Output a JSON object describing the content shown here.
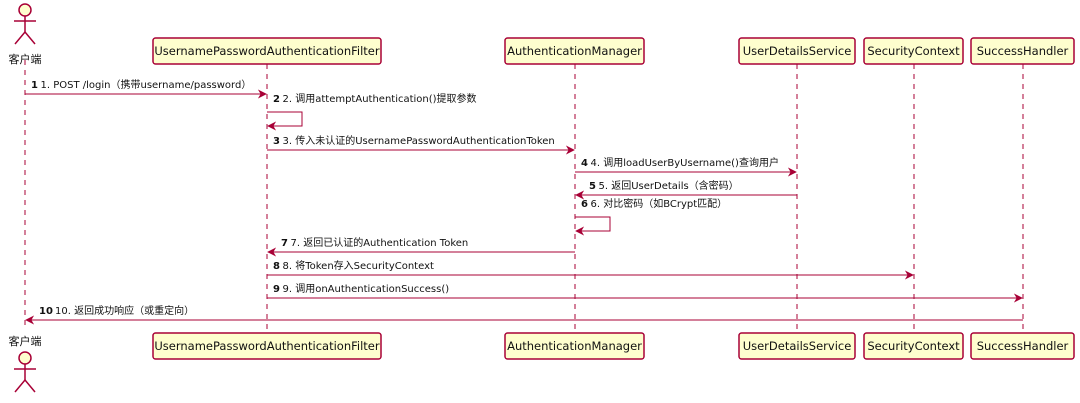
{
  "colors": {
    "lifeline": "#A80036",
    "box_fill": "#FEFECE",
    "box_stroke": "#A80036",
    "arrow": "#A80036",
    "text": "#111111"
  },
  "participants": [
    {
      "id": "client",
      "label": "客户端",
      "kind": "actor"
    },
    {
      "id": "filter",
      "label": "UsernamePasswordAuthenticationFilter",
      "kind": "participant"
    },
    {
      "id": "manager",
      "label": "AuthenticationManager",
      "kind": "participant"
    },
    {
      "id": "uds",
      "label": "UserDetailsService",
      "kind": "participant"
    },
    {
      "id": "ctx",
      "label": "SecurityContext",
      "kind": "participant"
    },
    {
      "id": "handler",
      "label": "SuccessHandler",
      "kind": "participant"
    }
  ],
  "messages": [
    {
      "num": "1",
      "text": "1. POST /login（携带username/password）",
      "from": "client",
      "to": "filter"
    },
    {
      "num": "2",
      "text": "2. 调用attemptAuthentication()提取参数",
      "from": "filter",
      "to": "filter"
    },
    {
      "num": "3",
      "text": "3. 传入未认证的UsernamePasswordAuthenticationToken",
      "from": "filter",
      "to": "manager"
    },
    {
      "num": "4",
      "text": "4. 调用loadUserByUsername()查询用户",
      "from": "manager",
      "to": "uds"
    },
    {
      "num": "5",
      "text": "5. 返回UserDetails（含密码）",
      "from": "uds",
      "to": "manager"
    },
    {
      "num": "6",
      "text": "6. 对比密码（如BCrypt匹配）",
      "from": "manager",
      "to": "manager"
    },
    {
      "num": "7",
      "text": "7. 返回已认证的Authentication Token",
      "from": "manager",
      "to": "filter"
    },
    {
      "num": "8",
      "text": "8. 将Token存入SecurityContext",
      "from": "filter",
      "to": "ctx"
    },
    {
      "num": "9",
      "text": "9. 调用onAuthenticationSuccess()",
      "from": "filter",
      "to": "handler"
    },
    {
      "num": "10",
      "text": "10. 返回成功响应（或重定向）",
      "from": "handler",
      "to": "client"
    }
  ]
}
